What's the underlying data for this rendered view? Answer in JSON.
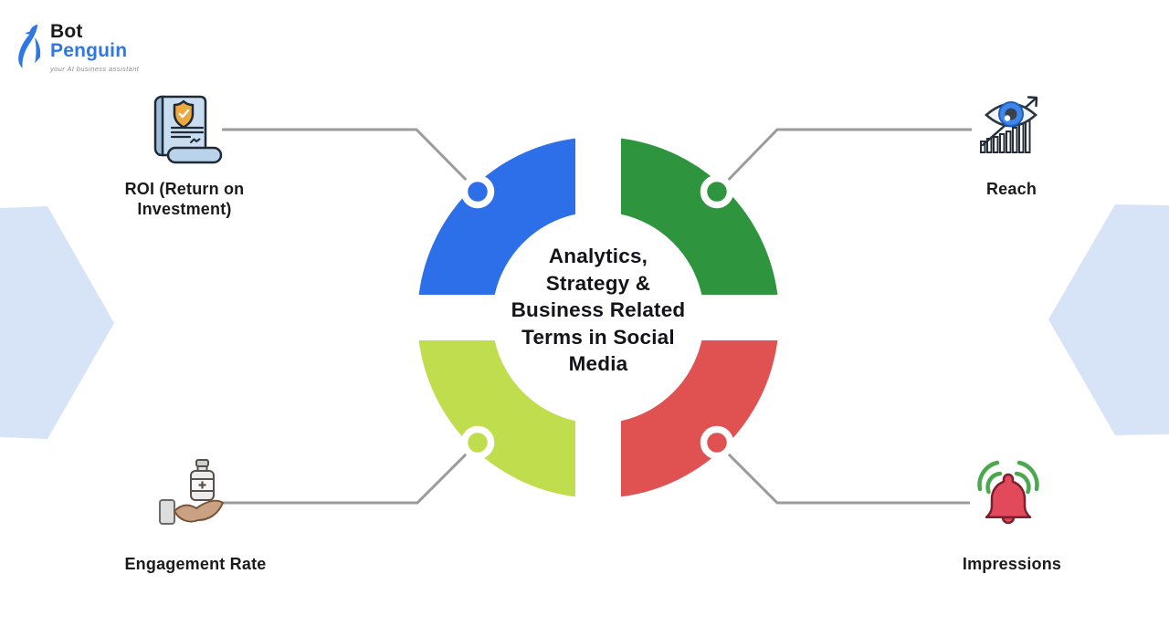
{
  "logo": {
    "bot": "Bot",
    "penguin": "Penguin",
    "tagline": "your AI business assistant",
    "bot_color": "#1a1a1a",
    "penguin_color": "#2e77e5",
    "tagline_color": "#8c8c8c"
  },
  "center": {
    "title": "Analytics, Strategy & Business Related Terms in Social Media",
    "lines": [
      "Analytics,",
      "Strategy &",
      "Business Related",
      "Terms in Social",
      "Media"
    ]
  },
  "segments": {
    "top_left": {
      "label": "ROI (Return on Investment)",
      "color": "#2d6fe8",
      "icon": "roi-document-shield-icon"
    },
    "top_right": {
      "label": "Reach",
      "color": "#2f943e",
      "icon": "reach-eye-growth-icon"
    },
    "bottom_left": {
      "label": "Engagement Rate",
      "color": "#c0dd4e",
      "icon": "engagement-hand-medicine-icon"
    },
    "bottom_right": {
      "label": "Impressions",
      "color": "#e05252",
      "icon": "impressions-bell-icon"
    }
  },
  "decor": {
    "connector_color": "#9b9b9b",
    "side_arrow_color": "#d7e4f8",
    "background": "#ffffff"
  }
}
